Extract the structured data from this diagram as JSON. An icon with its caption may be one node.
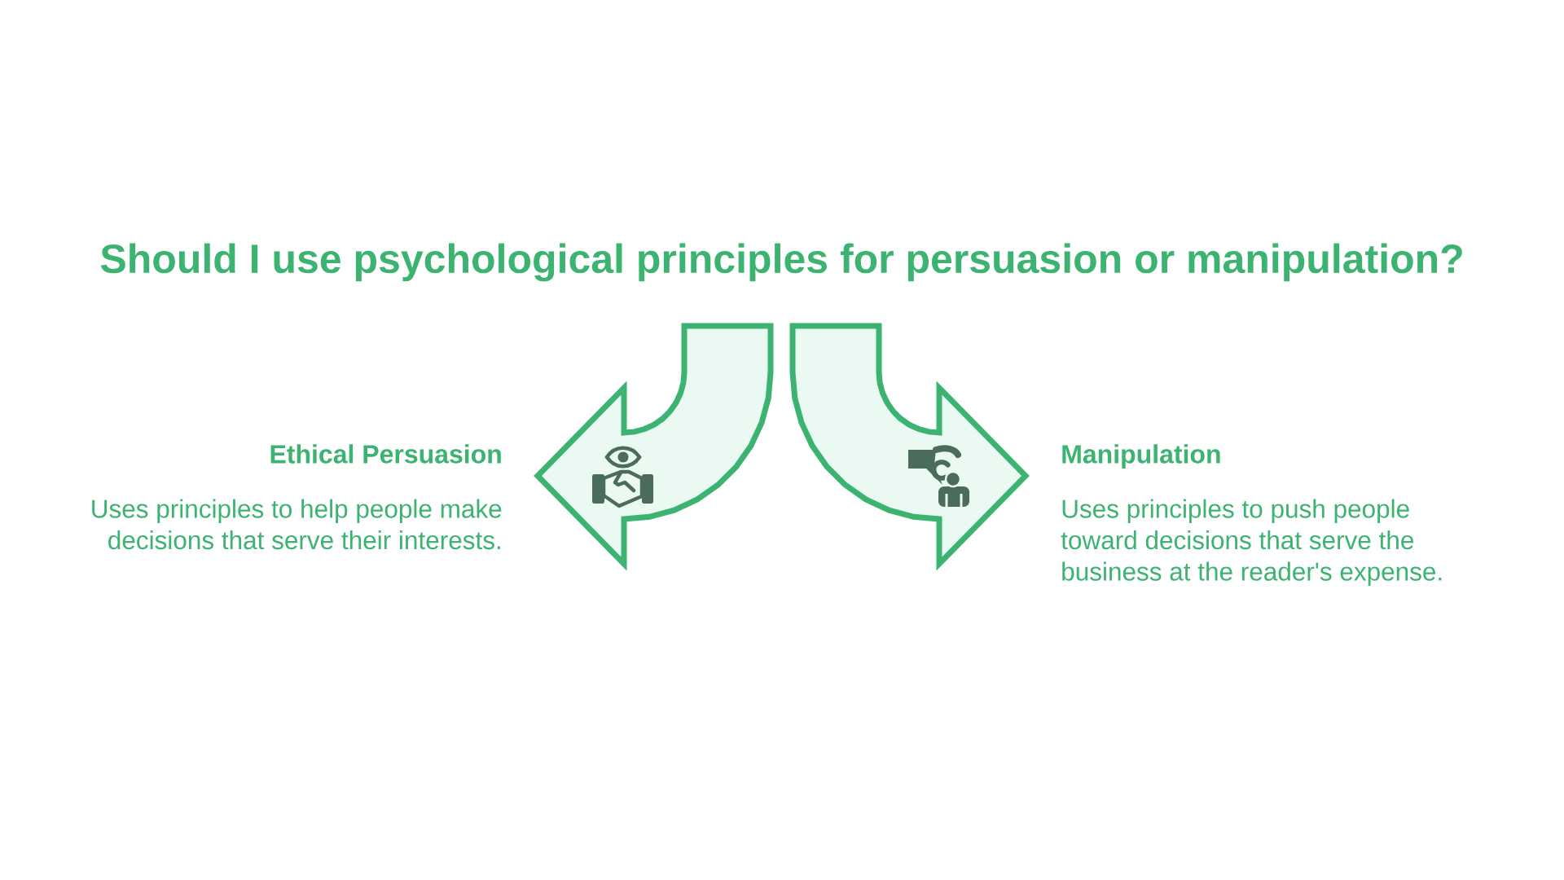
{
  "diagram": {
    "title": "Should I use psychological principles for persuasion or manipulation?",
    "nodes": [
      {
        "text": [
          "Ethical Persuasion",
          "Uses principles to help people make decisions that serve their interests."
        ]
      },
      {
        "text": [
          "Manipulation",
          "Uses principles to push people toward decisions that serve the business at the reader's expense."
        ]
      }
    ],
    "edges": [
      {
        "from": null,
        "to": 0,
        "arrow": "to"
      },
      {
        "from": null,
        "to": 1,
        "arrow": "to"
      }
    ]
  }
}
